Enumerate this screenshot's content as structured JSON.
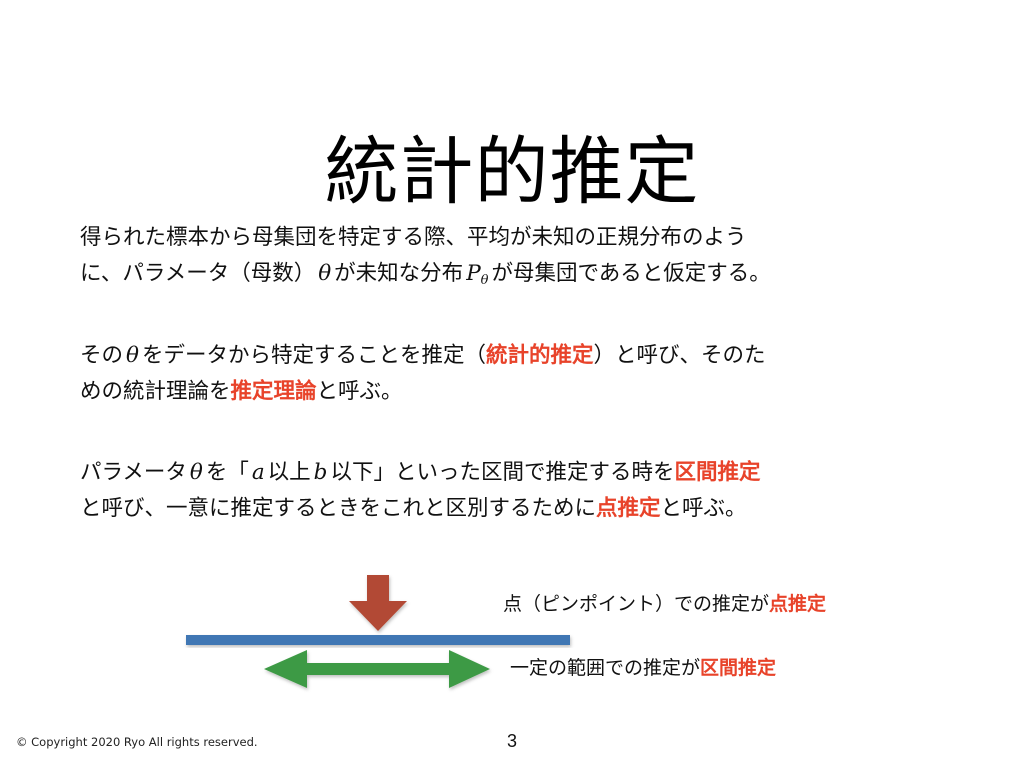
{
  "slide": {
    "title": "統計的推定",
    "page_number": "3",
    "copyright": "© Copyright 2020 Ryo All rights reserved."
  },
  "colors": {
    "highlight": "#e8432a",
    "axis_bar": "#3f77b4",
    "point_arrow": "#b24a35",
    "interval_arrow": "#3e9a45",
    "text": "#111111"
  },
  "paragraphs": {
    "p1": {
      "line1": "得られた標本から母集団を特定する際、平均が未知の正規分布のよう",
      "line2_a": "に、パラメータ（母数）",
      "line2_theta": "θ",
      "line2_b": "が未知な分布",
      "line2_P": "P",
      "line2_P_sub": "θ",
      "line2_c": "が母集団であると仮定する。"
    },
    "p2": {
      "line1_a": "その",
      "line1_theta": "θ",
      "line1_b": "をデータから特定することを推定（",
      "line1_hl": "統計的推定",
      "line1_c": "）と呼び、そのた",
      "line2_a": "めの統計理論を",
      "line2_hl": "推定理論",
      "line2_b": "と呼ぶ。"
    },
    "p3": {
      "line1_a": "パラメータ",
      "line1_theta": "θ",
      "line1_b": "を「",
      "line1_a_var": "a",
      "line1_c": "以上",
      "line1_b_var": "b",
      "line1_d": "以下」といった区間で推定する時を",
      "line1_hl": "区間推定",
      "line2_a": "と呼び、一意に推定するときをこれと区別するために",
      "line2_hl": "点推定",
      "line2_b": "と呼ぶ。"
    }
  },
  "diagram": {
    "point_label_text": "点（ピンポイント）での推定が",
    "point_label_hl": "点推定",
    "interval_label_text": "一定の範囲での推定が",
    "interval_label_hl": "区間推定",
    "icons": [
      "down-arrow-icon",
      "number-line",
      "double-arrow-icon"
    ]
  }
}
